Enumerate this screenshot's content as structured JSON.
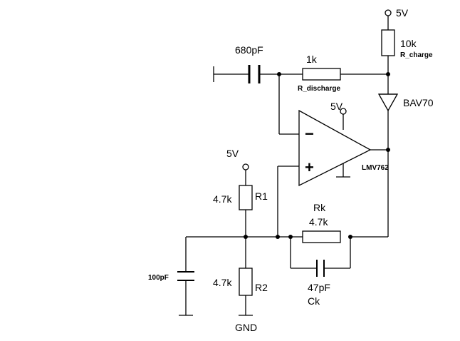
{
  "labels": {
    "vcc_top": "5V",
    "r_charge_value": "10k",
    "r_charge_name": "R_charge",
    "cap_in_value": "680pF",
    "r_discharge_value": "1k",
    "r_discharge_name": "R_discharge",
    "diode_name": "BAV70",
    "opamp_supply": "5V",
    "opamp_name": "LMV762",
    "opamp_minus": "−",
    "opamp_plus": "+",
    "vcc_left": "5V",
    "r1_value": "4.7k",
    "r1_name": "R1",
    "r2_value": "4.7k",
    "r2_name": "R2",
    "gnd": "GND",
    "cap_left_value": "100pF",
    "rk_name": "Rk",
    "rk_value": "4.7k",
    "ck_value": "47pF",
    "ck_name": "Ck"
  }
}
